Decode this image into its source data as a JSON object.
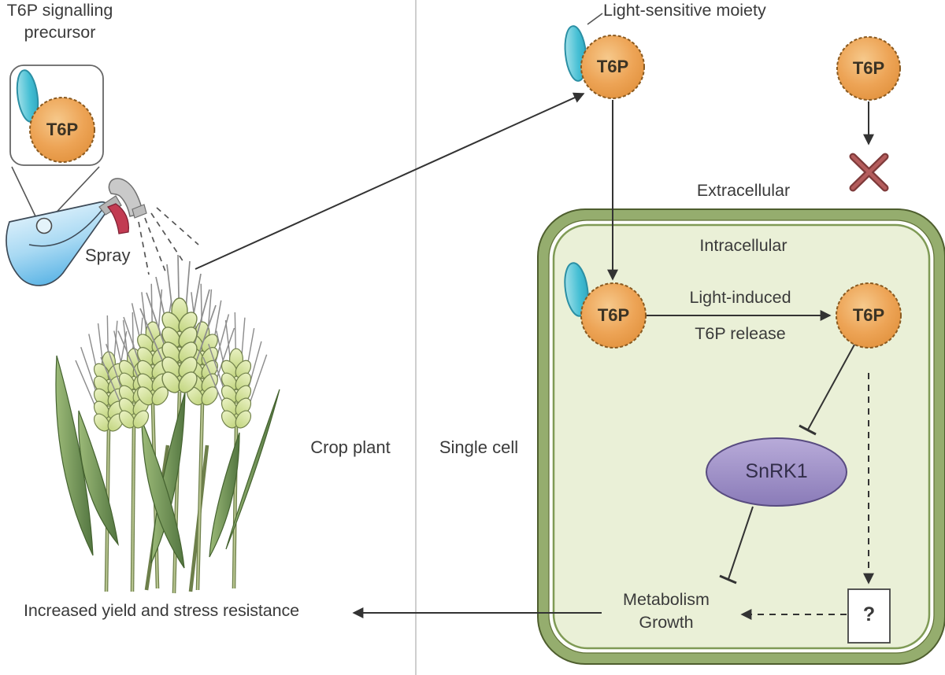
{
  "figure": {
    "type": "signalling-pathway-diagram",
    "left_panel": {
      "precursor_label": {
        "line1": "T6P signalling",
        "line2": "precursor"
      },
      "spray_label": "Spray",
      "panel_label": "Crop plant",
      "outcome_label": "Increased yield and stress resistance"
    },
    "right_panel": {
      "panel_label": "Single cell",
      "moiety_label": "Light-sensitive moiety",
      "extracellular_label": "Extracellular",
      "intracellular_label": "Intracellular",
      "release_label": {
        "line1": "Light-induced",
        "line2": "T6P release"
      },
      "kinase_label": "SnRK1",
      "metabolism_label": "Metabolism",
      "growth_label": "Growth",
      "unknown_target_label": "?"
    },
    "molecules": {
      "t6p_label": "T6P"
    },
    "icons": {
      "spray_bottle": "spray-bottle-icon",
      "wheat_plant": "wheat-plant-icon",
      "light_sensitive_moiety": "teal-ellipse-icon",
      "blocked_cross": "red-x-icon",
      "unknown_target": "question-box"
    },
    "colors": {
      "t6p_fill": "#eda35a",
      "t6p_border": "#8a5a20",
      "moiety_teal": "#52c4d7",
      "snrk1_fill": "#9e90c5",
      "cell_band": "#95ad6e",
      "cell_interior": "#eaf0d7",
      "blocked_x": "#a04b4b",
      "bottle_blue": "#7cc4ea",
      "trigger_red": "#c23b52",
      "wheat_grain": "#cfdf99",
      "leaf_green": "#6f9350",
      "arrow": "#333333",
      "divider": "#cfcfcf"
    }
  }
}
